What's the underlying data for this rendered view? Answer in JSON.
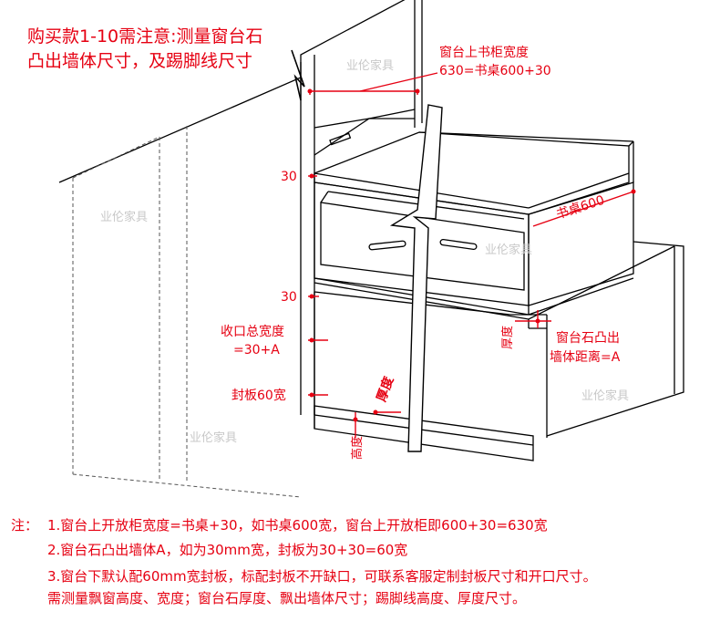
{
  "header_note": {
    "line1": "购买款1-10需注意:测量窗台石",
    "line2": "凸出墙体尺寸，及踢脚线尺寸"
  },
  "labels": {
    "top_width_line1": "窗台上书柜宽度",
    "top_width_line2": "630=书桌600+30",
    "dim_30_top": "30",
    "dim_30_mid": "30",
    "desk_600": "书桌600",
    "opening_total_line1": "收口总宽度",
    "opening_total_line2": "=30+A",
    "thickness_right": "厚度",
    "sill_protrusion_line1": "窗台石凸出",
    "sill_protrusion_line2": "墙体距离=A",
    "panel_width": "封板60宽",
    "thickness_bottom": "厚度",
    "height_bottom": "高度"
  },
  "watermarks": [
    "业伦家具",
    "业伦家具",
    "业伦家具",
    "业伦家具",
    "业伦家具"
  ],
  "notes": {
    "prefix": "注：",
    "n1": "1.窗台上开放柜宽度=书桌+30，如书桌600宽，窗台上开放柜即600+30=630宽",
    "n2": "2.窗台石凸出墙体A，如为30mm宽，封板为30+30=60宽",
    "n3": "3.窗台下默认配60mm宽封板，标配封板不开缺口，可联系客服定制封板尺寸和开口尺寸。",
    "n4": "需测量飘窗高度、宽度；窗台石厚度、飘出墙体尺寸；踢脚线高度、厚度尺寸。"
  },
  "colors": {
    "accent": "#e60012",
    "line": "#000000",
    "watermark": "#c8c8c8"
  }
}
